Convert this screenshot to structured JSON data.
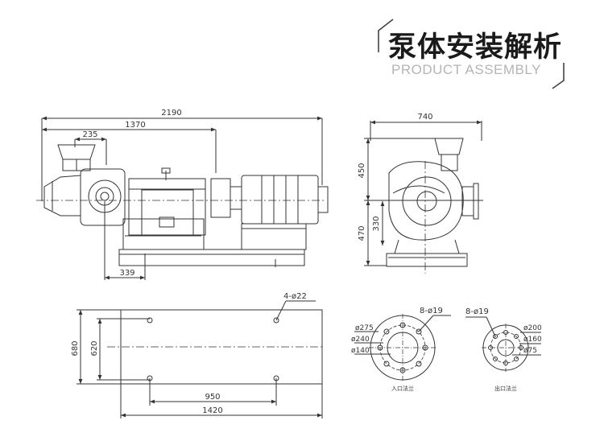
{
  "header": {
    "title": "泵体安装解析",
    "subtitle": "PRODUCT ASSEMBLY"
  },
  "side_view": {
    "dim_total_length": "2190",
    "dim_pump_to_coupling": "1370",
    "dim_inlet_offset": "235",
    "dim_base_offset": "339"
  },
  "front_view": {
    "dim_width": "740",
    "dim_upper_height": "450",
    "dim_lower_height": "470",
    "dim_shaft_height": "330"
  },
  "base_plan": {
    "dim_holes": "4-ø22",
    "dim_outer_width": "680",
    "dim_inner_width": "620",
    "dim_hole_spacing": "950",
    "dim_length": "1420"
  },
  "inlet_flange": {
    "bolts": "8-ø19",
    "d_outer": "ø275",
    "d_bolt_circle": "ø240",
    "d_bore": "ø140",
    "caption": "入口法兰"
  },
  "outlet_flange": {
    "bolts": "8-ø19",
    "d_outer": "ø200",
    "d_bolt_circle": "ø160",
    "d_bore": "ø75",
    "caption": "出口法兰"
  }
}
